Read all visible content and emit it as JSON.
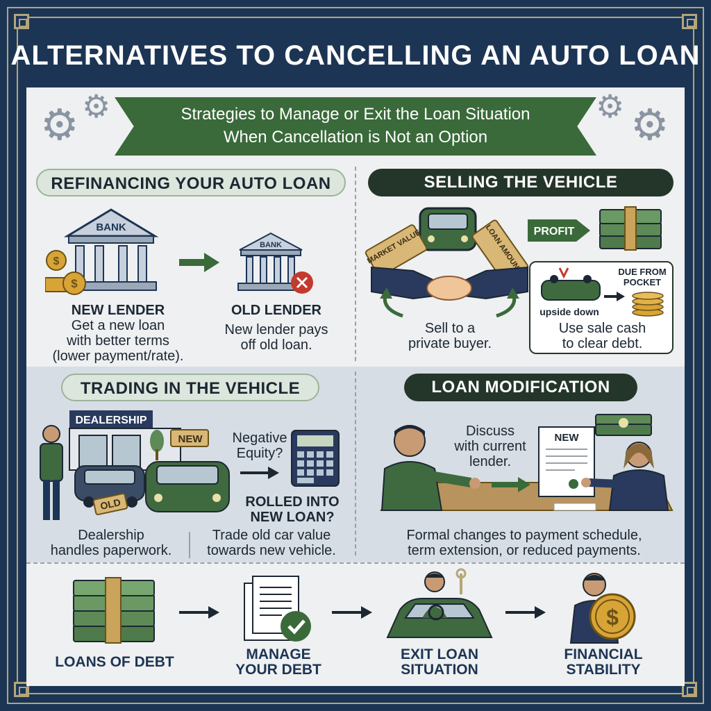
{
  "title": "ALTERNATIVES TO CANCELLING AN AUTO LOAN",
  "subtitle": {
    "line1": "Strategies to Manage or Exit the Loan Situation",
    "line2": "When Cancellation is Not an Option"
  },
  "refinancing": {
    "header": "REFINANCING YOUR AUTO LOAN",
    "bank_sign_new": "BANK",
    "bank_sign_old": "BANK",
    "new_lender_label": "NEW LENDER",
    "new_lender_desc1": "Get a new loan",
    "new_lender_desc2": "with better terms",
    "new_lender_desc3": "(lower payment/rate).",
    "old_lender_label": "OLD LENDER",
    "old_lender_desc1": "New lender pays",
    "old_lender_desc2": "off old loan."
  },
  "selling": {
    "header": "SELLING THE VEHICLE",
    "tag_market": "MARKET VALUE",
    "tag_loan": "LOAN AMOUNT",
    "profit_label": "PROFIT",
    "sell_desc1": "Sell to a",
    "sell_desc2": "private buyer.",
    "upside_label": "upside down",
    "due_label1": "DUE FROM",
    "due_label2": "POCKET",
    "box_desc1": "Use sale cash",
    "box_desc2": "to clear debt."
  },
  "trading": {
    "header": "TRADING IN THE VEHICLE",
    "dealership_sign": "DEALERSHIP",
    "new_tag": "NEW",
    "old_tag": "OLD",
    "negative_equity1": "Negative",
    "negative_equity2": "Equity?",
    "rolled1": "ROLLED INTO",
    "rolled2": "NEW LOAN?",
    "dealer_desc1": "Dealership",
    "dealer_desc2": "handles paperwork.",
    "trade_desc1": "Trade old car value",
    "trade_desc2": "towards new vehicle."
  },
  "modification": {
    "header": "LOAN MODIFICATION",
    "discuss1": "Discuss",
    "discuss2": "with current",
    "discuss3": "lender.",
    "doc_title": "NEW",
    "desc1": "Formal changes to payment schedule,",
    "desc2": "term extension, or reduced payments."
  },
  "flow": [
    {
      "line1": "LOANS OF DEBT",
      "line2": ""
    },
    {
      "line1": "MANAGE",
      "line2": "YOUR DEBT"
    },
    {
      "line1": "EXIT LOAN",
      "line2": "SITUATION"
    },
    {
      "line1": "FINANCIAL",
      "line2": "STABILITY"
    }
  ],
  "colors": {
    "navy": "#1d3554",
    "green": "#3a6a3a",
    "dark_green": "#24362a",
    "gold": "#b4a678",
    "money": "#4f7a4a",
    "coin": "#d9a436"
  }
}
